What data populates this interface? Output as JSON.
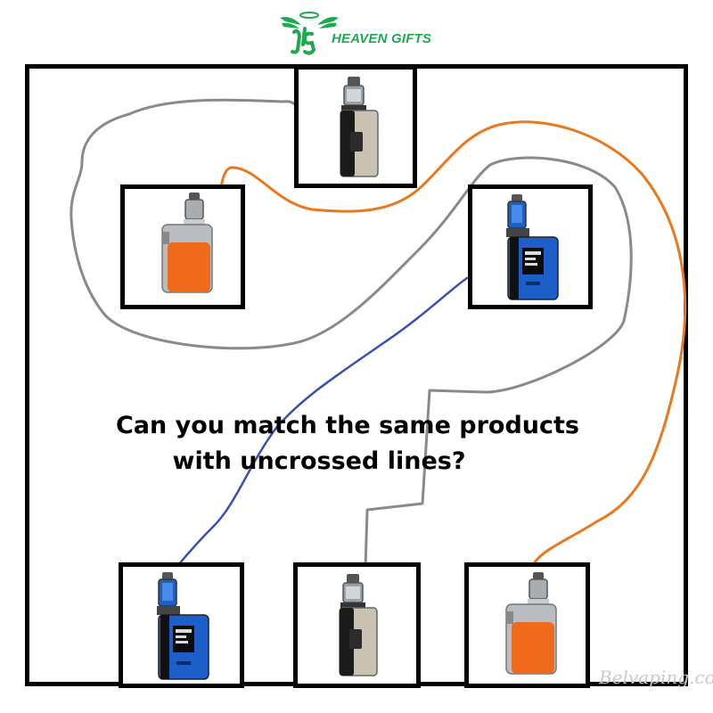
{
  "brand": {
    "name": "HEAVEN GIFTS",
    "logo_icon": "winged-hg-logo-icon",
    "color": "#1faa52"
  },
  "puzzle": {
    "question_line1": "Can you match the same products",
    "question_line2": "with uncrossed lines?",
    "products": [
      {
        "slot": "top-center",
        "variant": "silver-black",
        "icon": "silver-mod-icon"
      },
      {
        "slot": "upper-left",
        "variant": "orange",
        "icon": "orange-mod-icon"
      },
      {
        "slot": "upper-right",
        "variant": "blue",
        "icon": "blue-mod-icon"
      },
      {
        "slot": "bottom-left",
        "variant": "blue",
        "icon": "blue-mod-icon"
      },
      {
        "slot": "bottom-center",
        "variant": "silver-black",
        "icon": "silver-mod-icon"
      },
      {
        "slot": "bottom-right",
        "variant": "orange",
        "icon": "orange-mod-icon"
      }
    ],
    "connections": [
      {
        "pair": "silver-black",
        "color": "#8a8a8a"
      },
      {
        "pair": "orange",
        "color": "#e8791f"
      },
      {
        "pair": "blue",
        "color": "#3a4fb0"
      }
    ]
  },
  "watermark": "Belvaping.com"
}
